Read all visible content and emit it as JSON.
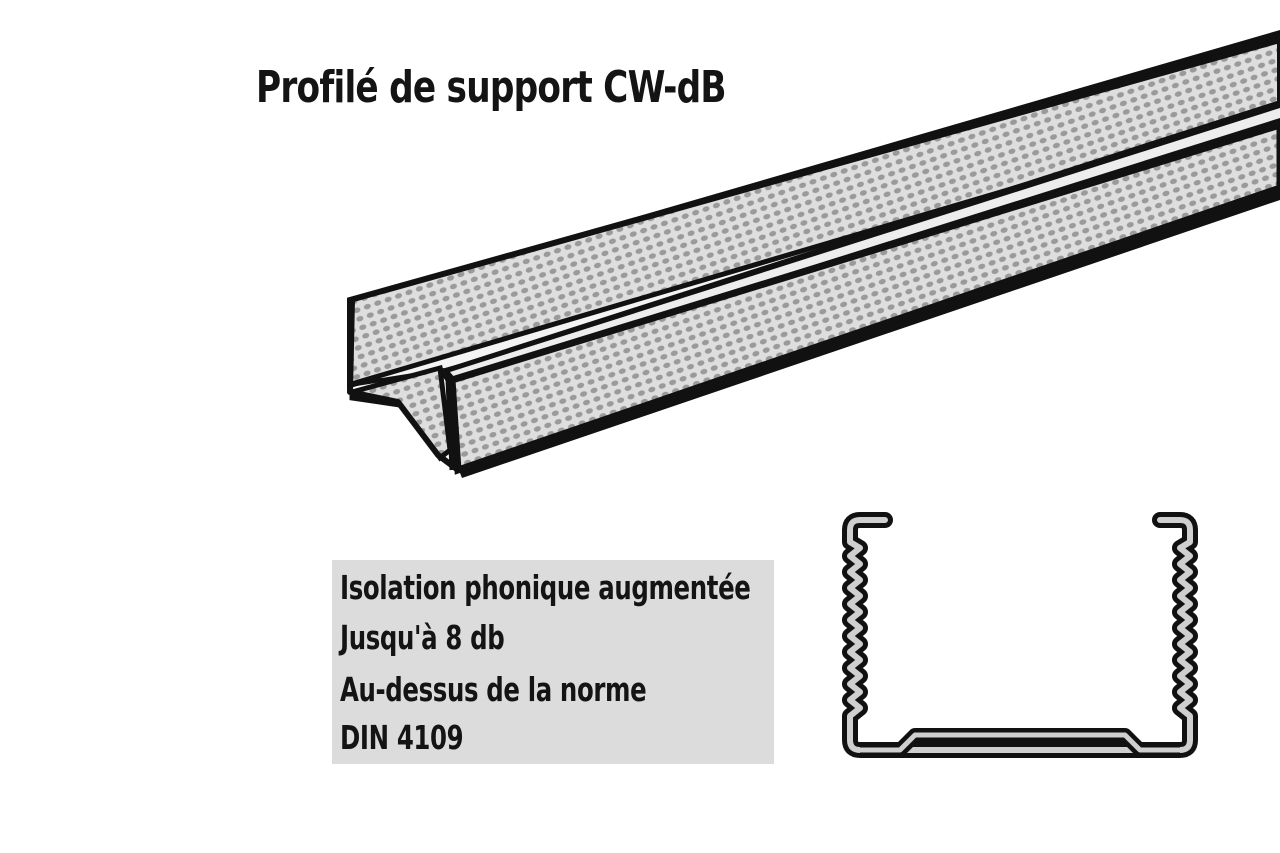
{
  "title": "Profilé de support CW-dB",
  "info": {
    "lines": [
      "Isolation phonique augmentée",
      "Jusqu'à 8 db",
      "Au-dessus de la norme",
      "DIN 4109"
    ]
  },
  "illustration": {
    "perspective_icon": "perforated-c-profile-3d-icon",
    "section_icon": "c-profile-cross-section-icon",
    "colors": {
      "outline": "#111111",
      "metal": "#d9d9d9",
      "perforation": "#9a9a9a",
      "box": "#dcdcdc"
    }
  }
}
